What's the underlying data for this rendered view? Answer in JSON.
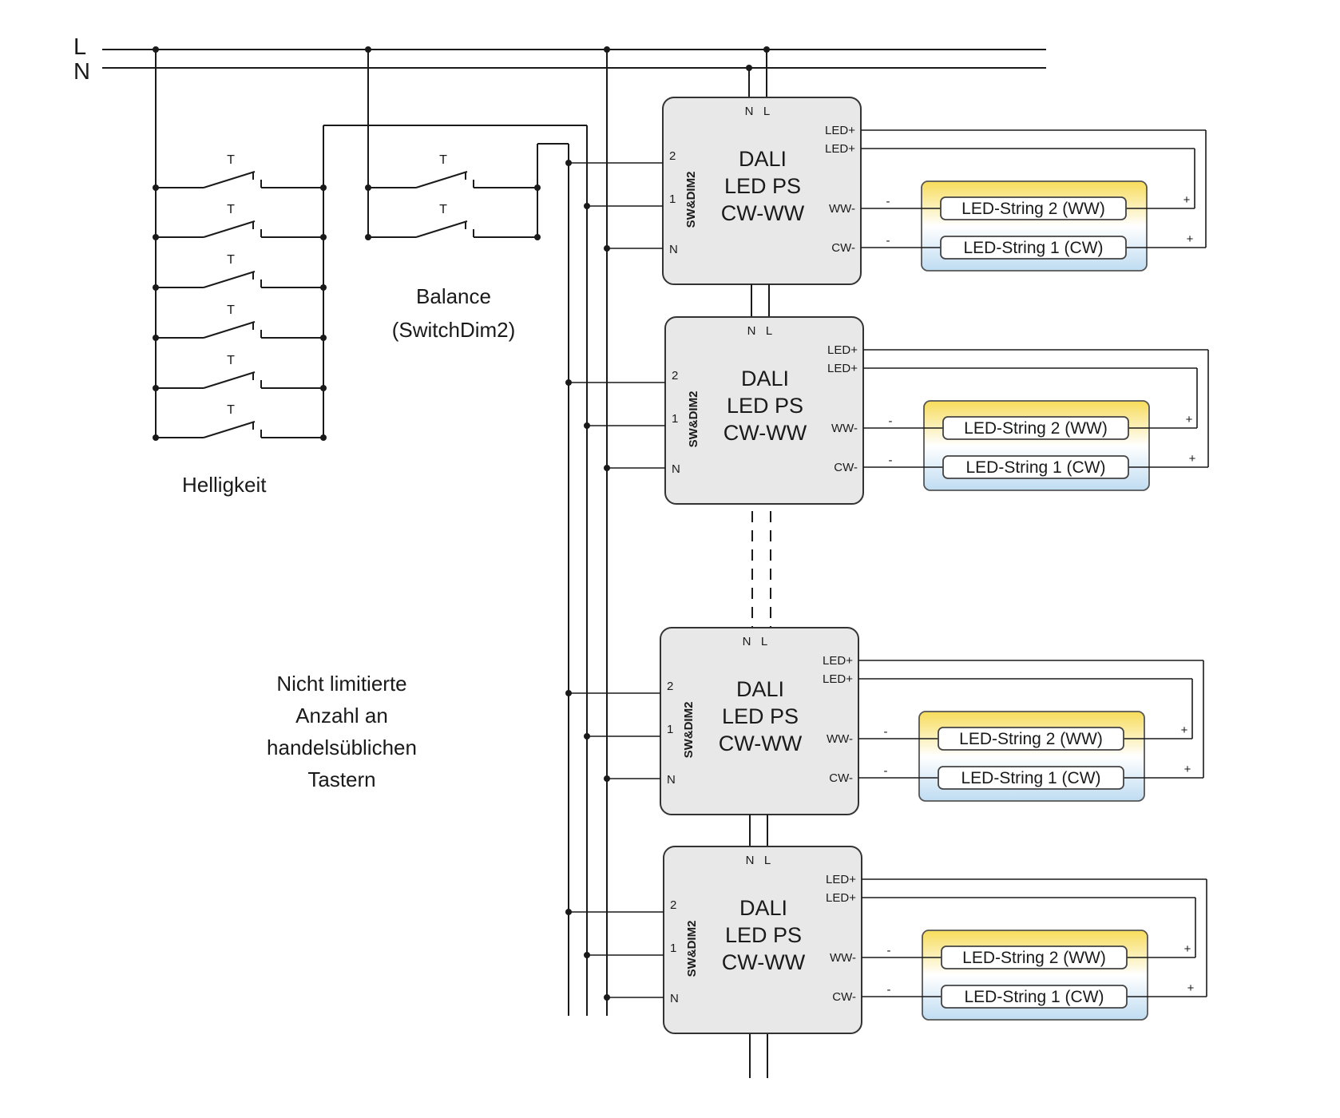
{
  "rails": {
    "l": "L",
    "n": "N"
  },
  "groups": {
    "helligkeit": {
      "label": "Helligkeit",
      "switch_label": "T",
      "count": 6
    },
    "balance": {
      "label_line1": "Balance",
      "label_line2": "(SwitchDim2)",
      "switch_label": "T",
      "count": 2
    }
  },
  "note": {
    "lines": [
      "Nicht limitierte",
      "Anzahl an",
      "handelsüblichen",
      "Tastern"
    ]
  },
  "power_supply": {
    "title_lines": [
      "DALI",
      "LED PS",
      "CW-WW"
    ],
    "side_label": "SW&DIM2",
    "top_terminals": {
      "n": "N",
      "l": "L"
    },
    "input_terminals": [
      "2",
      "1",
      "N"
    ],
    "output_terminals": [
      "LED+",
      "LED+",
      "WW-",
      "CW-"
    ],
    "count": 4
  },
  "led_strings": {
    "ww": "LED-String 2 (WW)",
    "cw": "LED-String 1 (CW)",
    "minus": "-",
    "plus": "+"
  },
  "colors": {
    "warm_white": "#f7dc5a",
    "cold_white": "#bfdcf2",
    "ps_fill": "#e8e8e8",
    "wire": "#1a1a1a"
  }
}
